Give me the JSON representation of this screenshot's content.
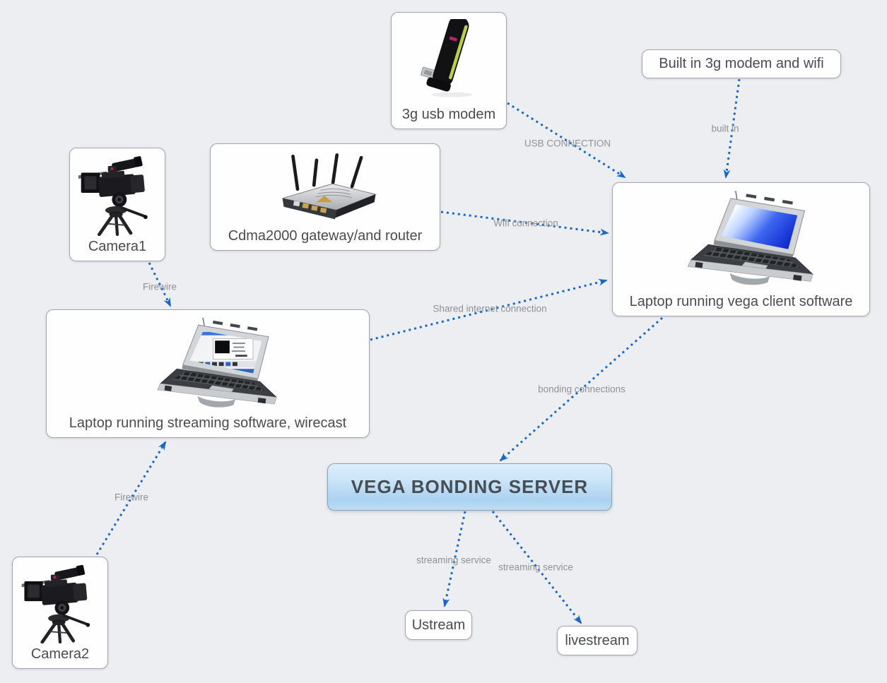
{
  "nodes": {
    "usb_modem": {
      "label": "3g usb modem",
      "icon": "usb-modem-icon"
    },
    "builtin_modem": {
      "label": "Built in 3g modem and wifi"
    },
    "camera1": {
      "label": "Camera1",
      "icon": "camera-icon"
    },
    "router": {
      "label": "Cdma2000 gateway/and router",
      "icon": "router-icon"
    },
    "vega_laptop": {
      "label": "Laptop running vega client software",
      "icon": "rugged-laptop-icon"
    },
    "stream_laptop": {
      "label": "Laptop running streaming software, wirecast",
      "icon": "laptop-wirecast-icon"
    },
    "server": {
      "label": "VEGA BONDING SERVER"
    },
    "camera2": {
      "label": "Camera2",
      "icon": "camera-icon"
    },
    "ustream": {
      "label": "Ustream"
    },
    "livestream": {
      "label": "livestream"
    }
  },
  "edges": [
    {
      "from": "usb_modem",
      "to": "vega_laptop",
      "label": "USB CONNECTION"
    },
    {
      "from": "builtin_modem",
      "to": "vega_laptop",
      "label": "built in"
    },
    {
      "from": "router",
      "to": "vega_laptop",
      "label": "Wifi connection"
    },
    {
      "from": "camera1",
      "to": "stream_laptop",
      "label": "Firewire"
    },
    {
      "from": "stream_laptop",
      "to": "vega_laptop",
      "label": "Shared internet connection"
    },
    {
      "from": "vega_laptop",
      "to": "server",
      "label": "bonding connections"
    },
    {
      "from": "camera2",
      "to": "stream_laptop",
      "label": "Firewire"
    },
    {
      "from": "server",
      "to": "ustream",
      "label": "streaming service"
    },
    {
      "from": "server",
      "to": "livestream",
      "label": "streaming service"
    }
  ],
  "colors": {
    "background": "#edeef2",
    "arrow": "#1a68c6",
    "edge_label": "#8d9197",
    "node_border": "#a2a7ad",
    "node_fill": "#fefefe",
    "node_label": "#4a4c4f",
    "server_gradient_top": "#dceefb",
    "server_gradient_bottom": "#bddcf4",
    "server_text": "#464e54"
  }
}
